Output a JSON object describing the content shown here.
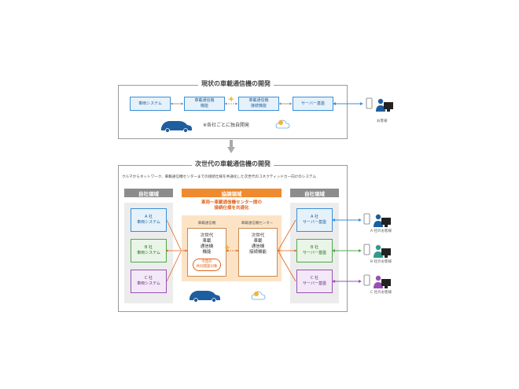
{
  "top": {
    "title": "現状の車載通信機の開発",
    "boxes": [
      "車両システム",
      "車載通信機\n機能",
      "車載通信機\n接続機能",
      "サーバー基盤"
    ],
    "note": "※各社ごとに独自開発",
    "customer": "お客様"
  },
  "bottom": {
    "title": "次世代の車載通信機の開発",
    "subtitle": "クルマからネットワーク、車載通信機センターまでの接続仕様を共通化した次世代のコネクティッドカー向けのシステム",
    "left_header": "自社領域",
    "center_header": "協調領域",
    "right_header": "自社領域",
    "center_caption": "車両〜車載通信機センター間の\n接続仕様を共通化",
    "center_left_label": "車載通信機",
    "center_right_label": "車載通信機センター",
    "center_left_box": "次世代\n車載\n通信機\n機能",
    "center_right_box": "次世代\n車載\n通信機\n接続機能",
    "joint_label": "今回の\n共同開発対象",
    "left_boxes": [
      "A 社\n車両システム",
      "B 社\n車両システム",
      "C 社\n車両システム"
    ],
    "right_boxes": [
      "A 社\nサーバー基盤",
      "B 社\nサーバー基盤",
      "C 社\nサーバー基盤"
    ],
    "customers": [
      "A 社のお客様",
      "B 社のお客様",
      "C 社のお客様"
    ]
  },
  "colors": {
    "blue": "#3a8fd6",
    "green": "#52a84e",
    "purple": "#9a4fb3",
    "orange": "#ef8a2e",
    "gray_header": "#8c8c8c",
    "car": "#1f5e9e"
  }
}
